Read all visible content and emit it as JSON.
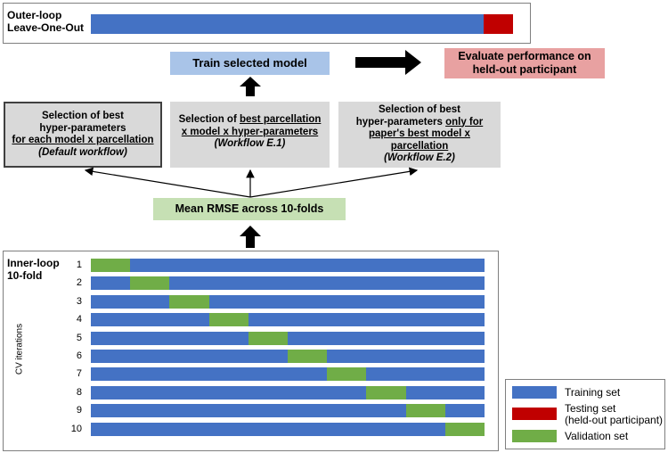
{
  "colors": {
    "training": "#4472c4",
    "testing": "#c00000",
    "validation": "#70ad47",
    "grey_box": "#d9d9d9",
    "train_model_box": "#a9c4e8",
    "evaluate_box": "#e8a1a1",
    "mean_rmse_box": "#c6e0b4"
  },
  "outer_loop": {
    "label_line1": "Outer-loop",
    "label_line2": "Leave-One-Out",
    "training_fraction": 0.93,
    "testing_fraction": 0.07
  },
  "train_model": {
    "label": "Train selected model"
  },
  "evaluate": {
    "line1": "Evaluate performance on",
    "line2": "held-out participant"
  },
  "default_workflow": {
    "line1": "Selection of best",
    "line2": "hyper-parameters",
    "line3": "for each model x parcellation",
    "line4": "(Default workflow)"
  },
  "workflow_e1": {
    "line1_plain": "Selection of ",
    "line1_underlined": "best parcellation",
    "line2": "x model x hyper-parameters",
    "line3": "(Workflow E.1)"
  },
  "workflow_e2": {
    "line1": "Selection of best",
    "line2_plain": "hyper-parameters ",
    "line2_underlined": "only for",
    "line3": "paper's best model x",
    "line4": "parcellation",
    "line5": "(Workflow E.2)"
  },
  "mean_rmse": {
    "label": "Mean RMSE across 10-folds"
  },
  "inner_loop": {
    "label_line1": "Inner-loop",
    "label_line2": "10-fold",
    "y_axis_label": "CV iterations",
    "iterations": [
      {
        "label": "1",
        "validation_fold": 1
      },
      {
        "label": "2",
        "validation_fold": 2
      },
      {
        "label": "3",
        "validation_fold": 3
      },
      {
        "label": "4",
        "validation_fold": 4
      },
      {
        "label": "5",
        "validation_fold": 5
      },
      {
        "label": "6",
        "validation_fold": 6
      },
      {
        "label": "7",
        "validation_fold": 7
      },
      {
        "label": "8",
        "validation_fold": 8
      },
      {
        "label": "9",
        "validation_fold": 9
      },
      {
        "label": "10",
        "validation_fold": 10
      }
    ],
    "num_folds": 10
  },
  "legend": {
    "training": "Training set",
    "testing_line1": "Testing set",
    "testing_line2": "(held-out participant)",
    "validation": "Validation set"
  }
}
